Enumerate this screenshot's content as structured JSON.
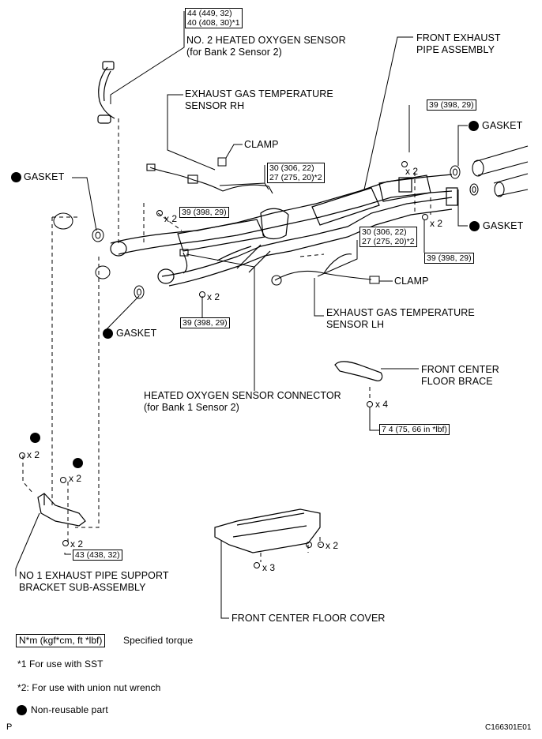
{
  "labels": {
    "o2_sensor_b2s2": [
      "NO. 2 HEATED OXYGEN SENSOR",
      "(for Bank 2 Sensor 2)"
    ],
    "front_exhaust_pipe": [
      "FRONT EXHAUST",
      "PIPE ASSEMBLY"
    ],
    "egt_sensor_rh": [
      "EXHAUST GAS TEMPERATURE",
      "SENSOR RH"
    ],
    "clamp_top": "CLAMP",
    "clamp_right": "CLAMP",
    "gasket_left_top": "GASKET",
    "gasket_left_bottom": "GASKET",
    "gasket_right_top": "GASKET",
    "gasket_right_bottom": "GASKET",
    "egt_sensor_lh": [
      "EXHAUST GAS TEMPERATURE",
      "SENSOR LH"
    ],
    "front_center_floor_brace": [
      "FRONT CENTER",
      "FLOOR BRACE"
    ],
    "heated_o2_connector": [
      "HEATED OXYGEN SENSOR CONNECTOR",
      "(for Bank 1 Sensor 2)"
    ],
    "support_bracket": [
      "NO 1 EXHAUST PIPE SUPPORT",
      "BRACKET SUB-ASSEMBLY"
    ],
    "front_center_floor_cover": "FRONT CENTER FLOOR COVER"
  },
  "torques": {
    "o2_sensor": [
      "44 (449, 32)",
      "40 (408, 30)*1"
    ],
    "egt_rh": [
      "30 (306, 22)",
      "27 (275, 20)*2"
    ],
    "egt_lh": [
      "30 (306, 22)",
      "27 (275, 20)*2"
    ],
    "flange_top_right": "39 (398, 29)",
    "flange_mid_left": "39 (398, 29)",
    "flange_right_lower": "39 (398, 29)",
    "flange_bottom": "39 (398, 29)",
    "brace": "7 4 (75, 66 in *lbf)",
    "bracket": "43 (438, 32)"
  },
  "quantities": {
    "top_right": "x 2",
    "mid_left": "x 2",
    "right_lower": "x 2",
    "center_lower": "x 2",
    "brace": "x 4",
    "bracket_top": "x 2",
    "bracket_mid": "x 2",
    "bracket_bottom": "x 2",
    "cover_right": "x 2",
    "cover_bottom": "x 3"
  },
  "legend": {
    "unit_box": "N*m (kgf*cm, ft *lbf)",
    "unit_desc": "Specified torque",
    "note1": "*1  For use with SST",
    "note2": "*2: For use with union nut wrench",
    "nonreusable": "Non-reusable part"
  },
  "footer": {
    "left_code": "P",
    "right_code": "C166301E01"
  }
}
